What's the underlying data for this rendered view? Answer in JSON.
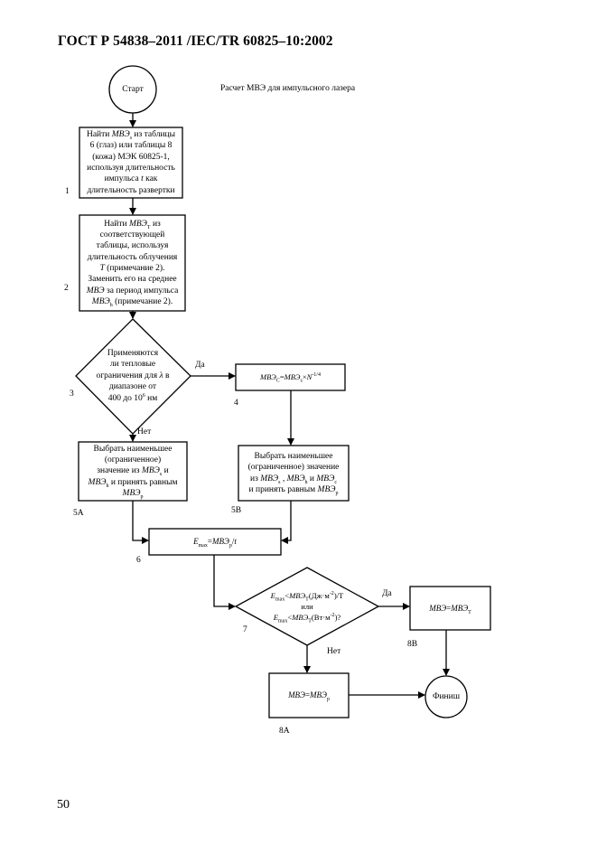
{
  "header": {
    "title": "ГОСТ Р 54838–2011 /IEC/TR 60825–10:2002"
  },
  "chart_title": "Расчет МВЭ для импульсного лазера",
  "nodes": {
    "start": "Старт",
    "finish": "Финиш",
    "step1": "Найти МВЭs из таблицы 6 (глаз) или таблицы 8 (кожа) МЭК 60825-1, используя длительность импульса t как длительность развертки",
    "step2": "Найти МВЭT из соответствующей таблицы, используя длительность облучения T (примечание 2). Заменить его на среднее МВЭ за период импульса МВЭh (примечание 2).",
    "step3": "Применяются ли тепловые ограничения для λ в диапазоне от 400 до 10^6 нм",
    "step4": "МВЭC=МВЭs×N^-1/4",
    "step5a": "Выбрать наименьшее (ограниченное) значение из МВЭs и МВЭh и принять равным МВЭp",
    "step5b": "Выбрать наименьшее (ограниченное) значение из МВЭs , МВЭh и МВЭc и принять равным МВЭp",
    "step6": "Emax=МВЭp/t",
    "step7": "Emax<МВЭT(Дж·м^-2)/T или Emax<МВЭT(Вт·м^-2)?",
    "step8a": "МВЭ=МВЭp",
    "step8b": "МВЭ=МВЭT"
  },
  "labels": {
    "n1": "1",
    "n2": "2",
    "n3": "3",
    "n4": "4",
    "n5a": "5A",
    "n5b": "5B",
    "n6": "6",
    "n7": "7",
    "n8a": "8A",
    "n8b": "8B"
  },
  "branches": {
    "yes": "Да",
    "no": "Нет"
  },
  "symbols": {
    "mve": "МВЭ",
    "s": "s",
    "T": "T",
    "h": "h",
    "c": "c",
    "C": "C",
    "p": "p",
    "lambda": "λ",
    "t": "t",
    "Tvar": "T",
    "E": "E",
    "max": "max",
    "N": "N",
    "exp": "-1/4",
    "sq": "-2",
    "ten": "10",
    "six": "6"
  },
  "page": {
    "number": "50"
  }
}
